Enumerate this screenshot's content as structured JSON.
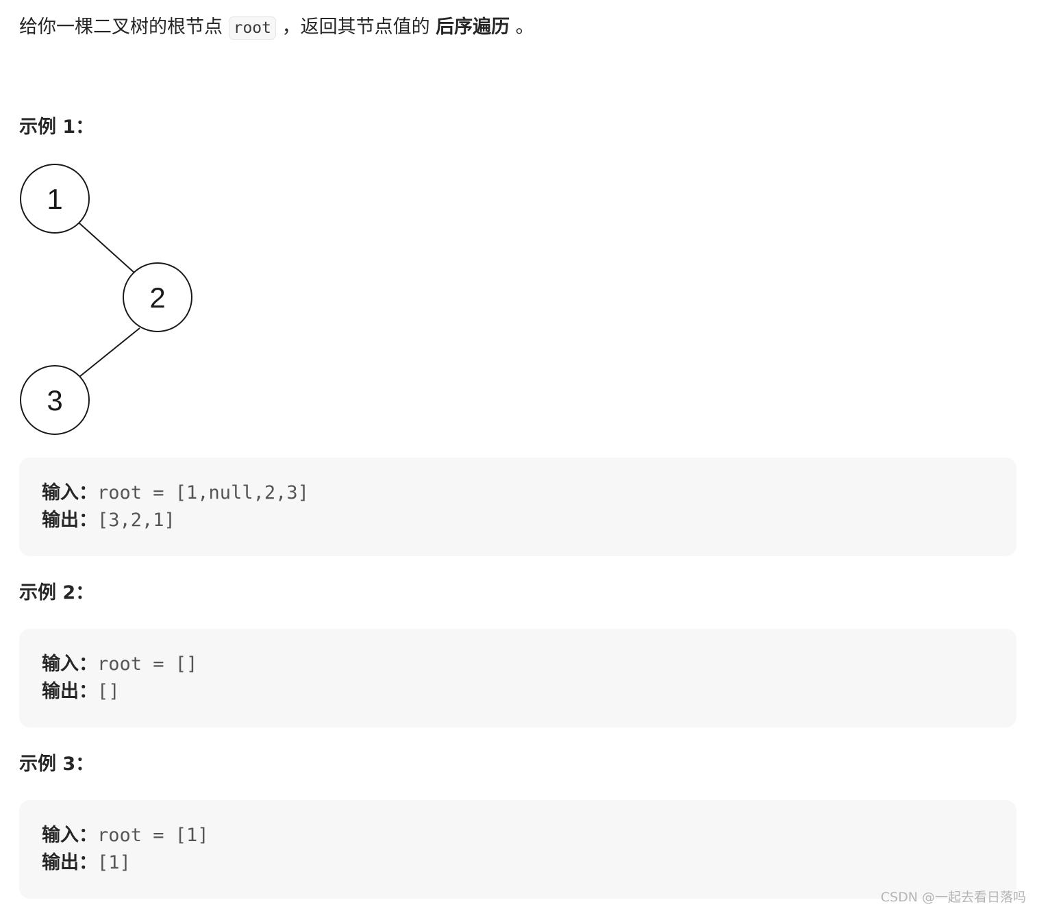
{
  "description": {
    "prefix": "给你一棵二叉树的根节点",
    "code": "root",
    "middle": "，返回其节点值的",
    "bold": "后序遍历",
    "suffix": "。"
  },
  "examples": [
    {
      "heading": "示例 1：",
      "input_label": "输入：",
      "input_value": "root = [1,null,2,3]",
      "output_label": "输出：",
      "output_value": "[3,2,1]"
    },
    {
      "heading": "示例 2：",
      "input_label": "输入：",
      "input_value": "root = []",
      "output_label": "输出：",
      "output_value": "[]"
    },
    {
      "heading": "示例 3：",
      "input_label": "输入：",
      "input_value": "root = [1]",
      "output_label": "输出：",
      "output_value": "[1]"
    }
  ],
  "tree": {
    "nodes": [
      "1",
      "2",
      "3"
    ]
  },
  "watermark": "CSDN @一起去看日落吗"
}
